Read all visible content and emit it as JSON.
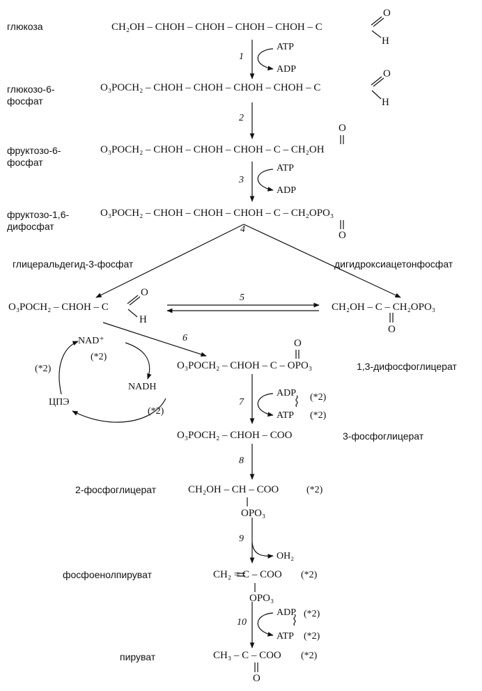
{
  "compounds": {
    "glucose": {
      "name": "глюкоза",
      "formula": "CH₂OH – CHOH – CHOH – CHOH – CHOH – C",
      "o": "O",
      "h": "H"
    },
    "g6p": {
      "name1": "глюкозо-6-",
      "name2": "фосфат",
      "formula": "O₃POCH₂ – CHOH – CHOH – CHOH – CHOH – C",
      "o": "O",
      "h": "H"
    },
    "f6p": {
      "name1": "фруктозо-6-",
      "name2": "фосфат",
      "formula": "O₃POCH₂ – CHOH – CHOH – CHOH – C – CH₂OH",
      "o": "O"
    },
    "f16bp": {
      "name1": "фруктозо-1,6-",
      "name2": "дифосфат",
      "formula": "O₃POCH₂ – CHOH – CHOH – CHOH – C – CH₂OPO₃",
      "o": "O"
    },
    "gap": {
      "name": "глицеральдегид-3-фосфат",
      "formula": "O₃POCH₂ – CHOH – C",
      "o": "O",
      "h": "H"
    },
    "dhap": {
      "name": "дигидроксиацетонфосфат",
      "formula": "CH₂OH – C – CH₂OPO₃",
      "o": "O"
    },
    "bpg": {
      "name": "1,3-дифосфоглицерат",
      "formula": "O₃POCH₂ – CHOH – C – OPO₃",
      "o": "O"
    },
    "pg3": {
      "name": "3-фосфоглицерат",
      "formula": "O₃POCH₂ – CHOH – COO"
    },
    "pg2": {
      "name": "2-фосфоглицерат",
      "formula": "CH₂OH – CH – COO",
      "factor": "(*2)",
      "sub": "OPO₃"
    },
    "pep": {
      "name": "фосфоенолпируват",
      "formula": "CH₂ = C – COO",
      "factor": "(*2)",
      "sub": "OPO₃"
    },
    "pyruvate": {
      "name": "пируват",
      "formula": "CH₃ – C – COO",
      "factor": "(*2)",
      "o": "O"
    }
  },
  "steps": {
    "s1": {
      "num": "1",
      "in": "ATP",
      "out": "ADP"
    },
    "s2": {
      "num": "2"
    },
    "s3": {
      "num": "3",
      "in": "ATP",
      "out": "ADP"
    },
    "s4": {
      "num": "4"
    },
    "s5": {
      "num": "5"
    },
    "s6": {
      "num": "6"
    },
    "s7": {
      "num": "7",
      "in": "ADP",
      "out": "ATP",
      "factor_in": "(*2)",
      "factor_out": "(*2)"
    },
    "s8": {
      "num": "8"
    },
    "s9": {
      "num": "9",
      "out": "OH₂"
    },
    "s10": {
      "num": "10",
      "in": "ADP",
      "out": "ATP",
      "factor_in": "(*2)",
      "factor_out": "(*2)"
    }
  },
  "cycle": {
    "nad": "NAD⁺",
    "nad_factor": "(*2)",
    "nadh": "NADH",
    "nadh_factor": "(*2)",
    "cpe": "ЦПЭ",
    "cpe_factor": "(*2)"
  }
}
